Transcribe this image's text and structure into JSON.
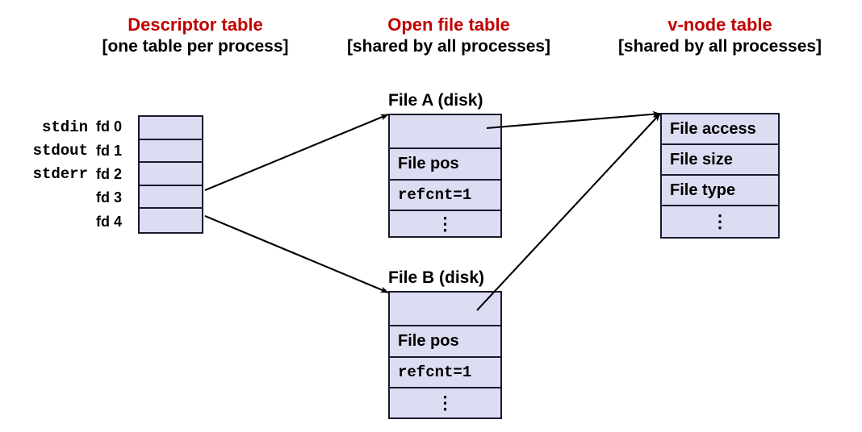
{
  "columns": [
    {
      "title": "Descriptor table",
      "subtitle": "[one table per process]"
    },
    {
      "title": "Open file table",
      "subtitle": "[shared by all processes]"
    },
    {
      "title": "v-node table",
      "subtitle": "[shared by all processes]"
    }
  ],
  "descriptor_table": {
    "entries": [
      {
        "stream": "stdin",
        "fd": "fd 0"
      },
      {
        "stream": "stdout",
        "fd": "fd 1"
      },
      {
        "stream": "stderr",
        "fd": "fd 2"
      },
      {
        "stream": "",
        "fd": "fd 3"
      },
      {
        "stream": "",
        "fd": "fd 4"
      }
    ]
  },
  "open_file_tables": [
    {
      "caption": "File A (disk)",
      "rows": [
        "",
        "File pos",
        "refcnt=1",
        "⋮"
      ]
    },
    {
      "caption": "File B (disk)",
      "rows": [
        "",
        "File pos",
        "refcnt=1",
        "⋮"
      ]
    }
  ],
  "vnode_table": {
    "rows": [
      "File access",
      "File size",
      "File type",
      "⋮"
    ]
  },
  "colors": {
    "heading_accent": "#c00000",
    "cell_fill": "#dcdcf2",
    "cell_border": "#1a1a2e",
    "arrow": "#000000",
    "background": "#ffffff"
  },
  "arrows": [
    {
      "name": "fd3-to-file-a",
      "from": "fd 3",
      "to": "File A (disk)"
    },
    {
      "name": "fd4-to-file-b",
      "from": "fd 4",
      "to": "File B (disk)"
    },
    {
      "name": "file-a-to-vnode",
      "from": "File A (disk)",
      "to": "v-node table"
    },
    {
      "name": "file-b-to-vnode",
      "from": "File B (disk)",
      "to": "v-node table"
    }
  ]
}
